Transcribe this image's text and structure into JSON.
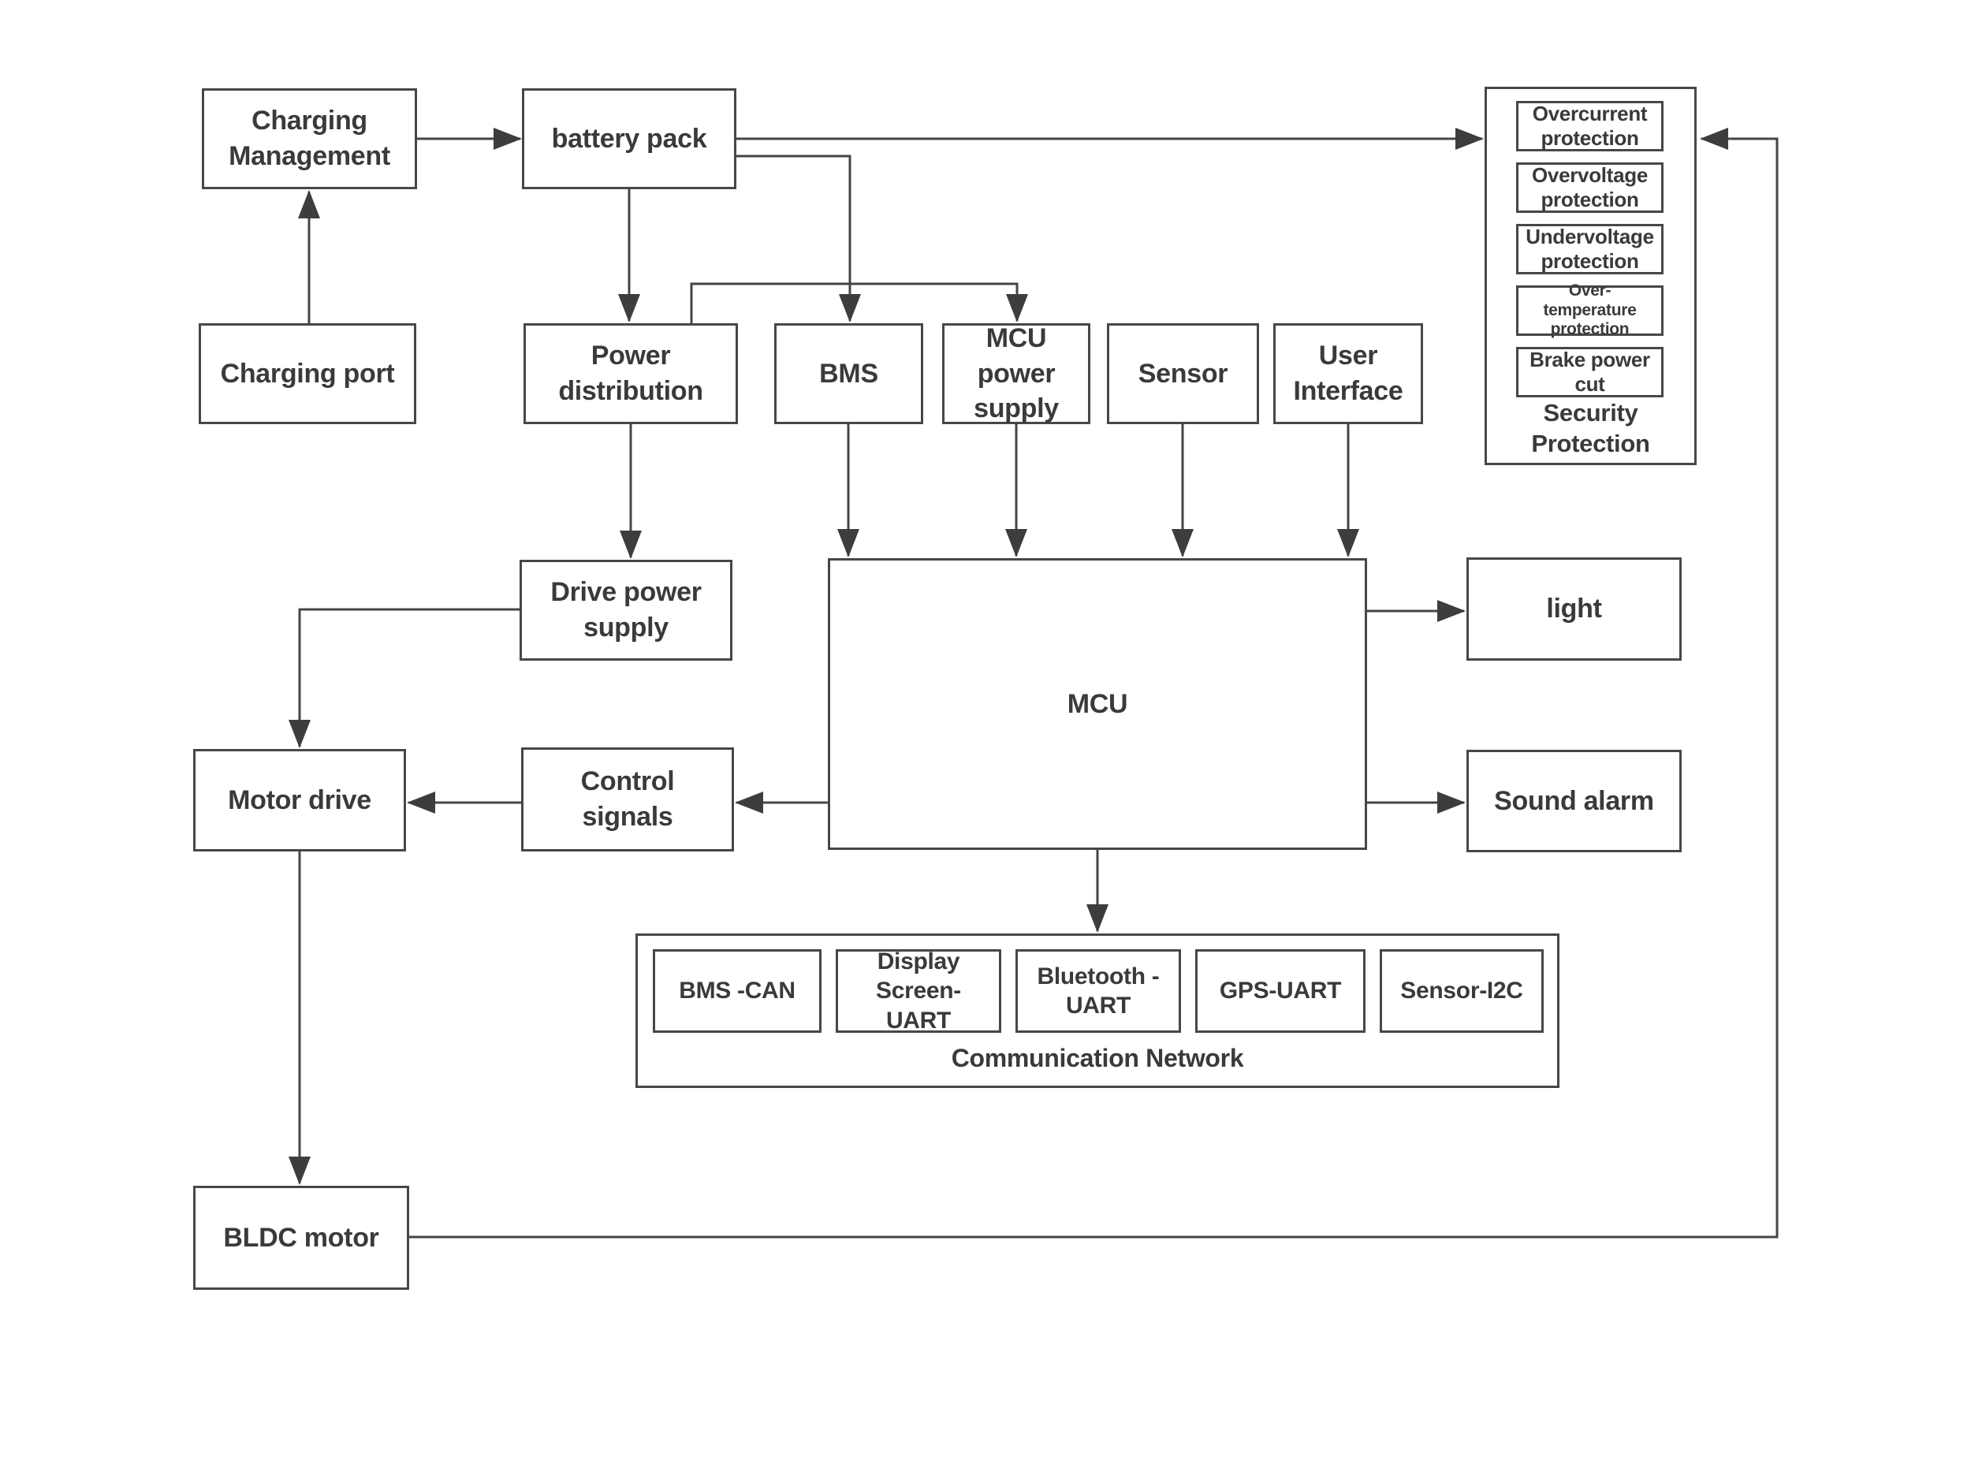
{
  "diagram": {
    "nodes": {
      "charging_management": "Charging Management",
      "battery_pack": "battery pack",
      "charging_port": "Charging port",
      "power_distribution": "Power distribution",
      "bms": "BMS",
      "mcu_power_supply": "MCU power supply",
      "sensor": "Sensor",
      "user_interface": "User Interface",
      "drive_power_supply": "Drive power supply",
      "mcu": "MCU",
      "light": "light",
      "sound_alarm": "Sound alarm",
      "motor_drive": "Motor drive",
      "control_signals": "Control signals",
      "bldc_motor": "BLDC motor"
    },
    "security": {
      "title": "Security Protection",
      "items": [
        "Overcurrent protection",
        "Overvoltage protection",
        "Undervoltage protection",
        "Over-temperature protection",
        "Brake power cut"
      ]
    },
    "network": {
      "title": "Communication Network",
      "items": [
        "BMS -CAN",
        "Display Screen-UART",
        "Bluetooth - UART",
        "GPS-UART",
        "Sensor-I2C"
      ]
    },
    "colors": {
      "line": "#454545",
      "text": "#3a3a3a",
      "background": "#ffffff"
    }
  }
}
